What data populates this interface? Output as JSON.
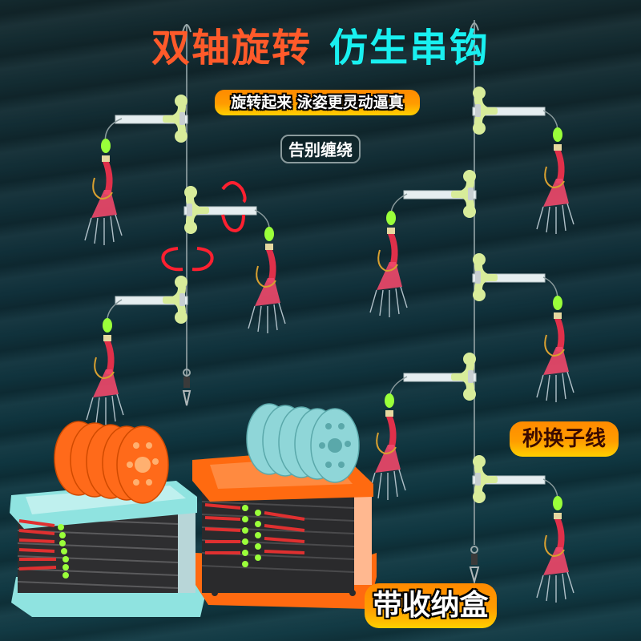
{
  "headline": {
    "part1": "双轴旋转",
    "part2": "仿生串钩",
    "colors": {
      "part1": "#ff5a2a",
      "part2": "#19f0f0"
    }
  },
  "badges": {
    "rotate_motion": "旋转起来 泳姿更灵动逼真",
    "no_tangle": "告别缠绕",
    "quick_swap": "秒换子线",
    "storage_box": "带收纳盒"
  },
  "illustration": {
    "rigs": [
      {
        "name": "left-rig",
        "branches": 3
      },
      {
        "name": "right-rig",
        "branches": 5
      }
    ],
    "storage_boxes": [
      {
        "name": "teal-box",
        "box_color": "#8fe3e0",
        "spool_color": "#ff6a1a"
      },
      {
        "name": "orange-box",
        "box_color": "#ff6a10",
        "spool_color": "#8fd6d8"
      }
    ],
    "rotation_arrow_color": "#ff2030",
    "connector_color": "#d8ec9a",
    "lure_color": "#e8344a",
    "bead_color": "#9aff3a",
    "background_color": "#12323a"
  }
}
